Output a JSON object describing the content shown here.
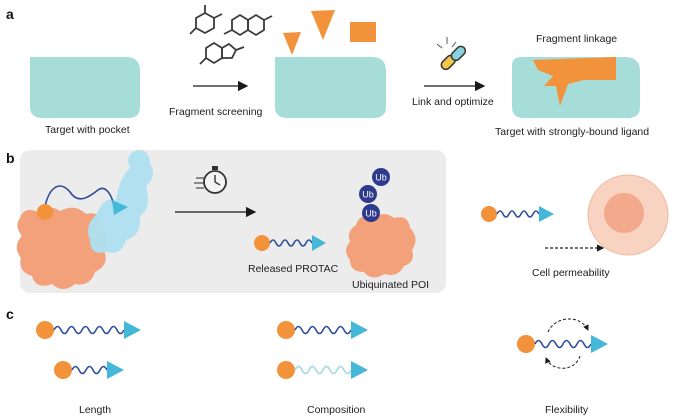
{
  "panels": {
    "a": "a",
    "b": "b",
    "c": "c"
  },
  "labels": {
    "target_with_pocket": "Target with pocket",
    "fragment_screening": "Fragment screening",
    "link_and_optimize": "Link and optimize",
    "fragment_linkage": "Fragment linkage",
    "target_strong_ligand": "Target with strongly-bound ligand",
    "released_protac": "Released PROTAC",
    "ubiquinated_poi": "Ubiquinated POI",
    "cell_permeability": "Cell permeability",
    "length": "Length",
    "composition": "Composition",
    "flexibility": "Flexibility",
    "ub": "Ub"
  },
  "colors": {
    "target": "#a6ddd8",
    "fragment": "#f2923a",
    "linker": "#2f4f9a",
    "linker_light": "#a9dbe2",
    "warhead": "#45b7d9",
    "protein": "#f3a17a",
    "ub": "#2e3a8c",
    "panel_b_bg": "#ececec",
    "cell_outer": "#f9d3c1",
    "cell_inner": "#f2a98c"
  },
  "icons": [
    "chemical-fragments-icon",
    "chain-link-icon",
    "stopwatch-icon"
  ]
}
